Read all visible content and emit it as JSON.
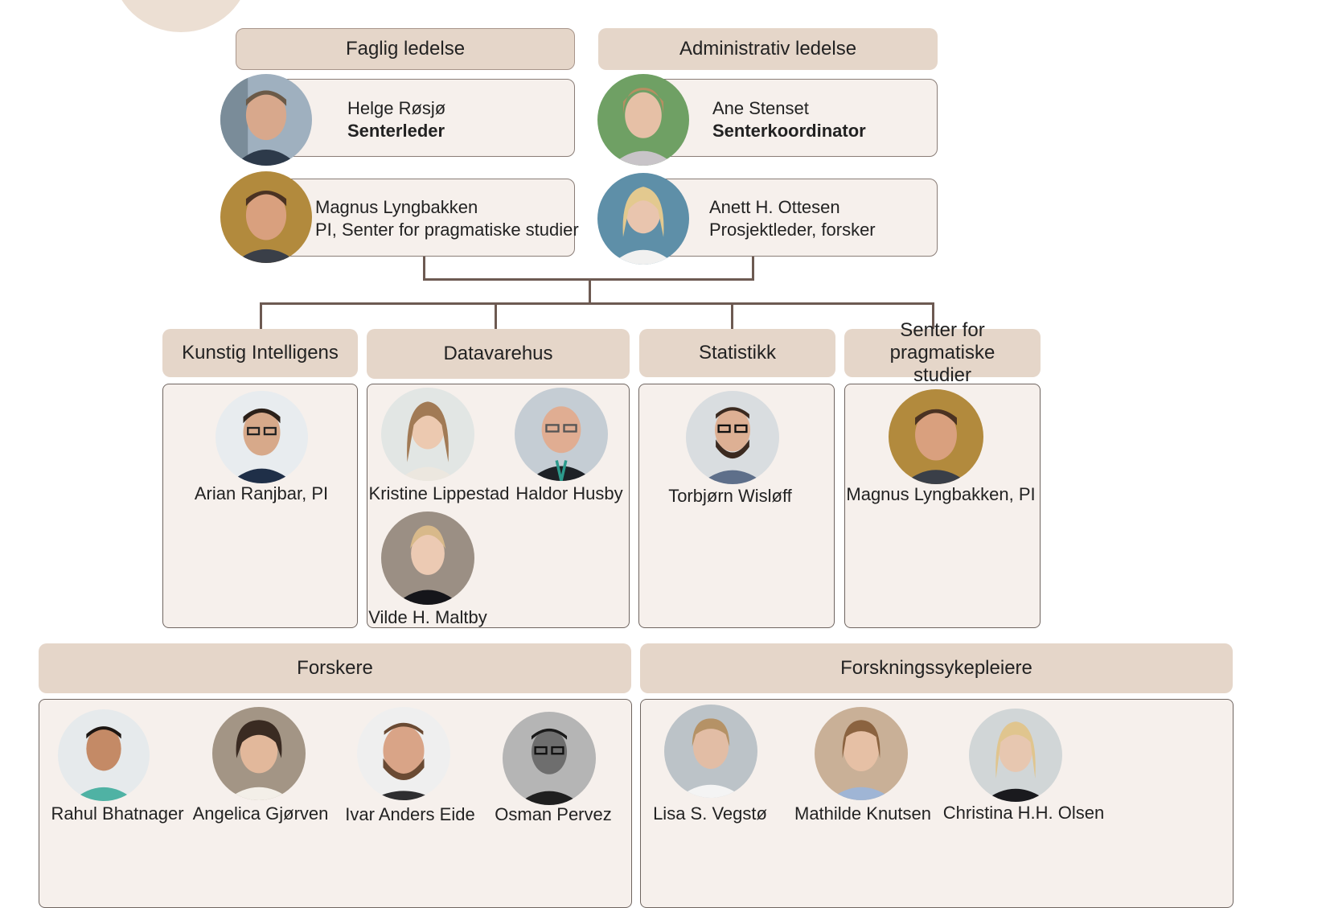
{
  "leadership": {
    "faglig": {
      "title": "Faglig ledelse",
      "people": [
        {
          "name": "Helge Røsjø",
          "role": "Senterleder"
        },
        {
          "name": "Magnus Lyngbakken",
          "role": "PI, Senter for pragmatiske studier"
        }
      ]
    },
    "administrativ": {
      "title": "Administrativ ledelse",
      "people": [
        {
          "name": "Ane Stenset",
          "role": "Senterkoordinator"
        },
        {
          "name": "Anett H. Ottesen",
          "role": "Prosjektleder, forsker"
        }
      ]
    }
  },
  "units": [
    {
      "title": "Kunstig Intelligens",
      "members": [
        "Arian Ranjbar, PI"
      ]
    },
    {
      "title": "Datavarehus",
      "members": [
        "Kristine Lippestad",
        "Haldor Husby",
        "Vilde H. Maltby"
      ]
    },
    {
      "title": "Statistikk",
      "members": [
        "Torbjørn Wisløff"
      ]
    },
    {
      "title": "Senter for pragmatiske studier",
      "members": [
        "Magnus Lyngbakken, PI"
      ]
    }
  ],
  "groups": [
    {
      "title": "Forskere",
      "members": [
        "Rahul Bhatnager",
        "Angelica Gjørven",
        "Ivar Anders Eide",
        "Osman Pervez"
      ]
    },
    {
      "title": "Forskningssykepleiere",
      "members": [
        "Lisa S. Vegstø",
        "Mathilde Knutsen",
        "Christina H.H. Olsen"
      ]
    }
  ],
  "colors": {
    "header_fill": "#e5d6c9",
    "card_fill": "#f6f0ec",
    "connector": "#6d5a52"
  }
}
